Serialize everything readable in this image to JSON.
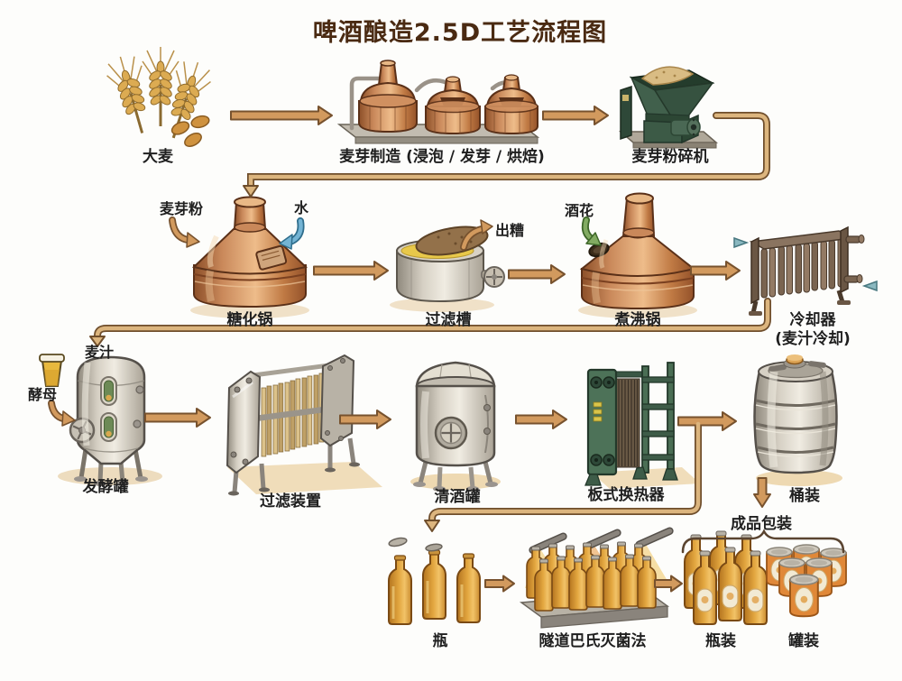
{
  "title": "啤酒酿造2.5D工艺流程图",
  "stations": {
    "barley": {
      "label": "大麦"
    },
    "malting": {
      "label": "麦芽制造 (浸泡 / 发芽 / 烘焙)"
    },
    "mill": {
      "label": "麦芽粉碎机"
    },
    "mash_tun": {
      "label": "糖化锅"
    },
    "lauter_tun": {
      "label": "过滤槽"
    },
    "boil_kettle": {
      "label": "煮沸锅"
    },
    "cooler": {
      "label_line1": "冷却器",
      "label_line2": "(麦汁冷却)"
    },
    "fermenter": {
      "label": "发酵罐"
    },
    "filter_unit": {
      "label": "过滤装置"
    },
    "bright_tank": {
      "label": "清酒罐"
    },
    "plate_heat_exchanger": {
      "label": "板式换热器"
    },
    "keg": {
      "label": "桶装"
    },
    "bottles": {
      "label": "瓶"
    },
    "pasteurizer": {
      "label": "隧道巴氏灭菌法"
    },
    "packaging": {
      "label": "成品包装"
    },
    "bottled": {
      "label": "瓶装"
    },
    "canned": {
      "label": "罐装"
    }
  },
  "annotations": {
    "malt_powder": "麦芽粉",
    "water": "水",
    "spent_grain": "出糟",
    "hops": "酒花",
    "wort": "麦汁",
    "yeast": "酵母"
  },
  "colors": {
    "background": "#fdfdfb",
    "title_text": "#4a2a12",
    "label_text": "#1f1f1f",
    "arrow_tan": "#d29a5e",
    "arrow_blue": "#74b4d4",
    "arrow_green": "#82ab62",
    "copper": "#c9885a",
    "machine_green": "#4d7258",
    "steel": "#d6d0c4",
    "amber_glass": "#e2a63f",
    "can_orange": "#e08838"
  }
}
